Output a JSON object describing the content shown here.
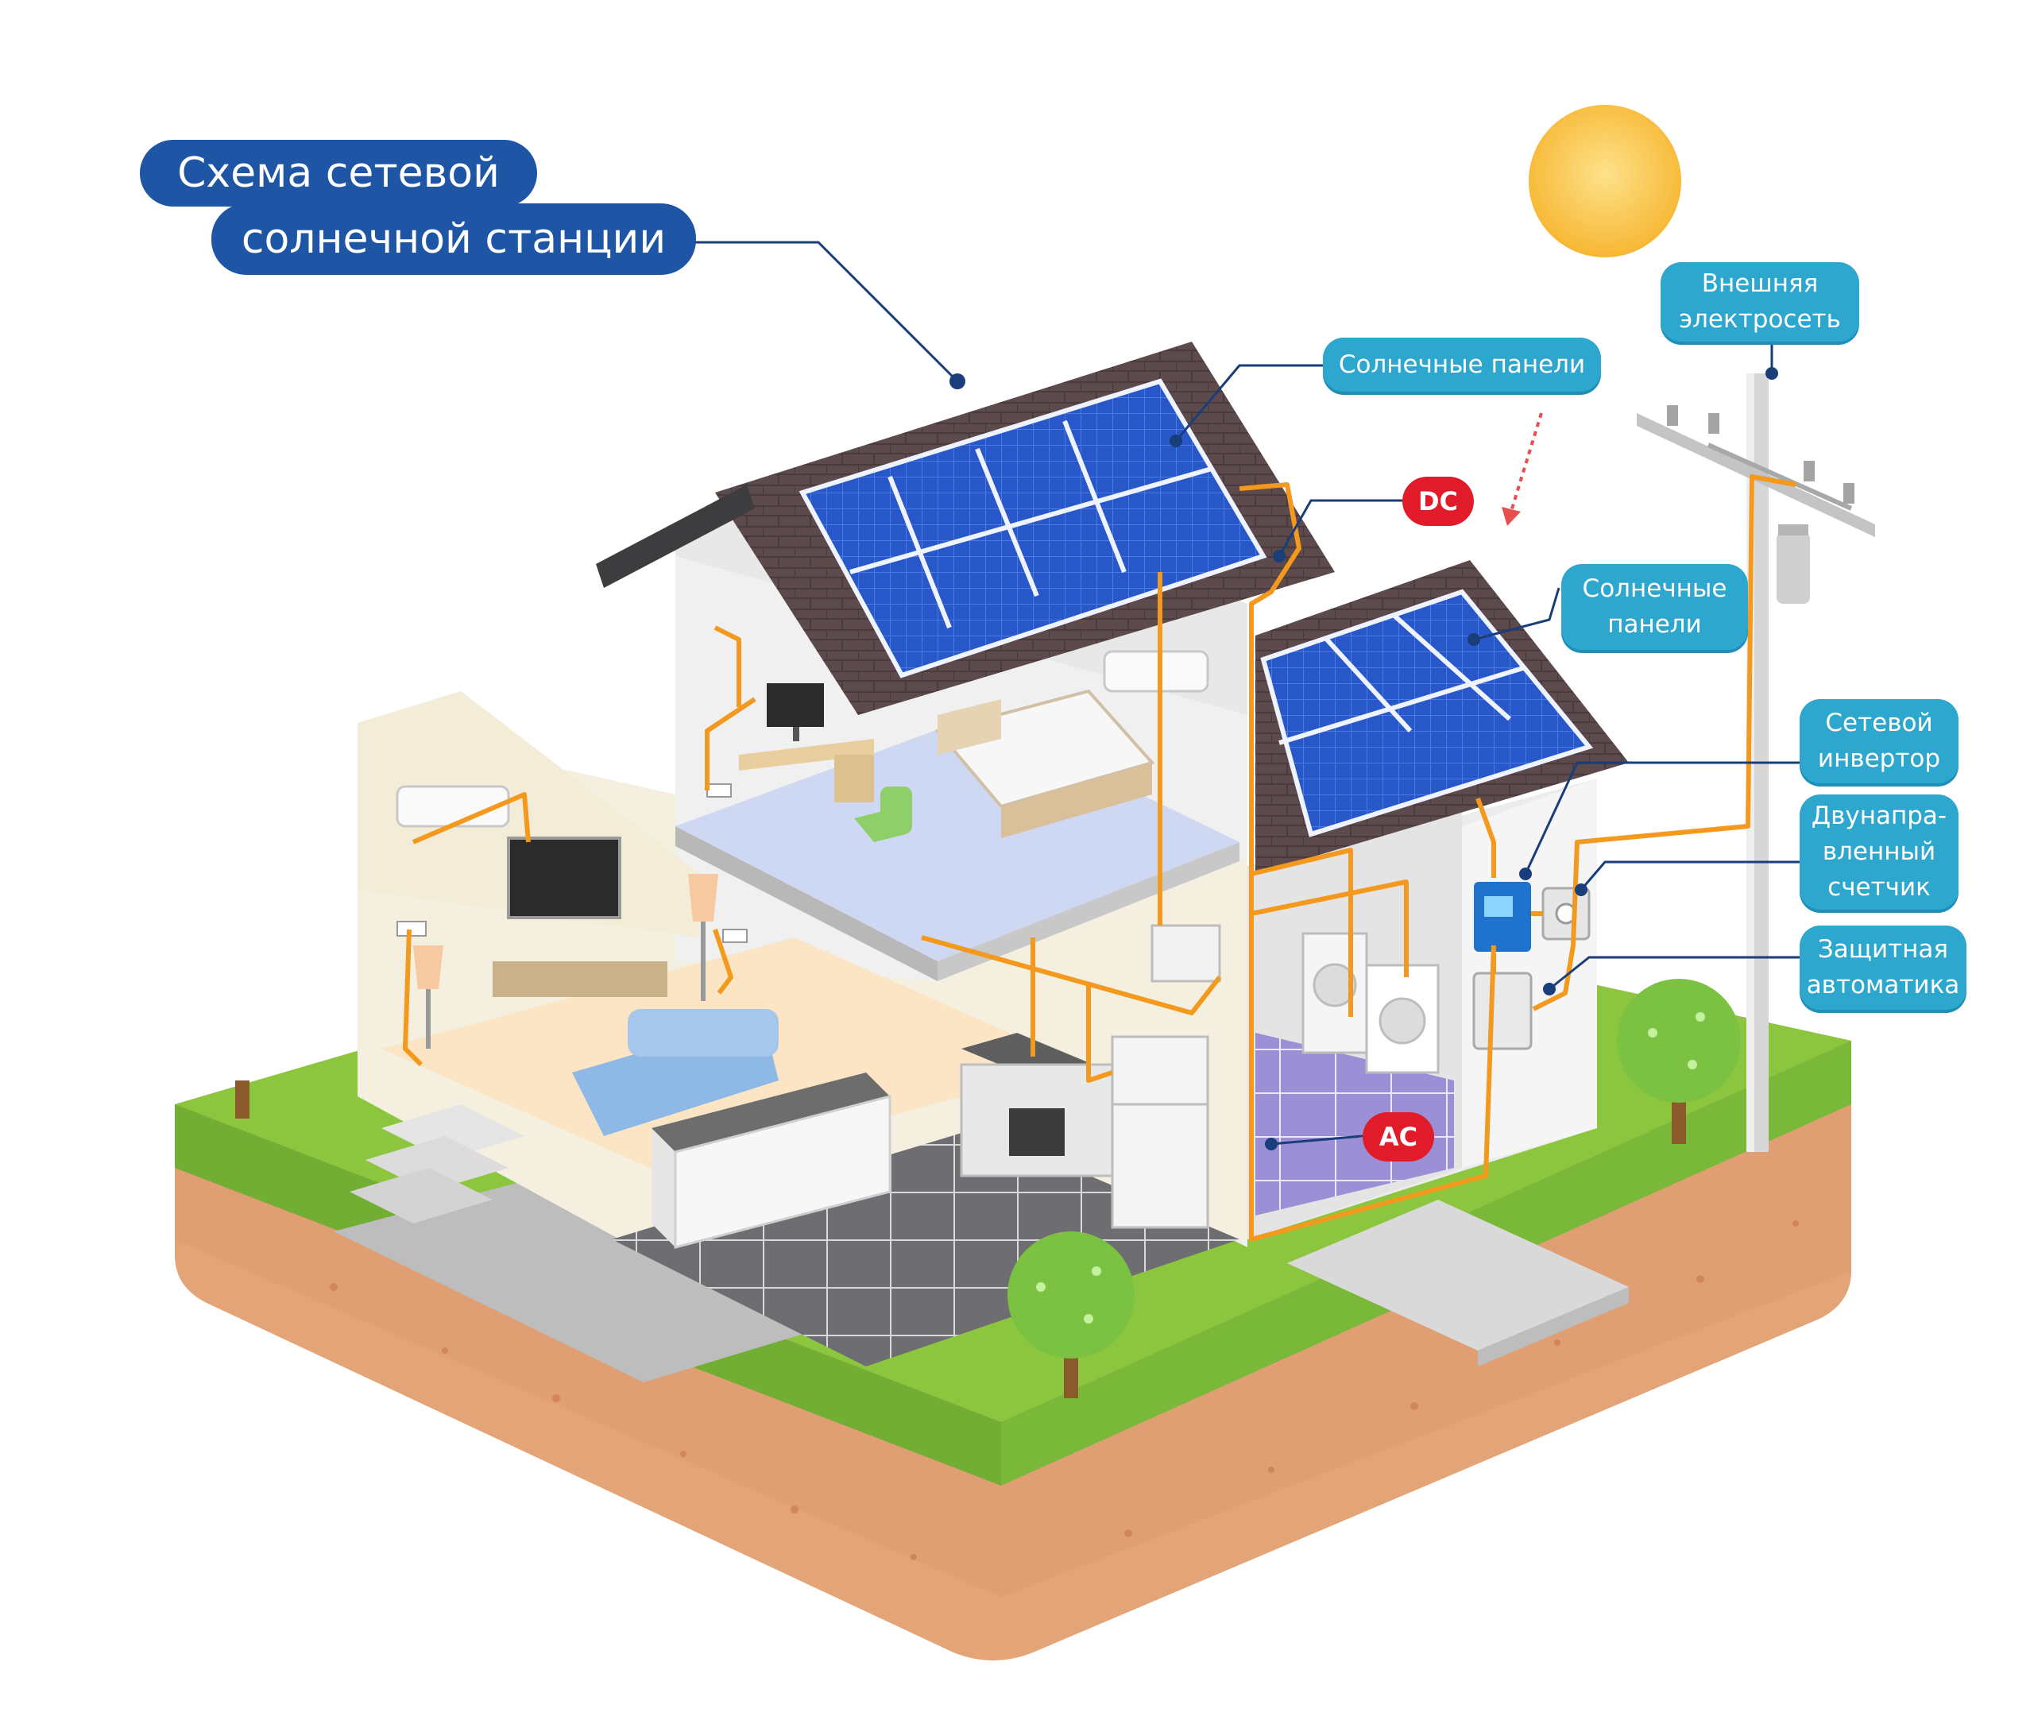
{
  "title": {
    "line1": "Схема сетевой",
    "line2": "солнечной станции"
  },
  "labels": {
    "solar_panels_top": "Солнечные панели",
    "solar_panels_side": [
      "Солнечные",
      "панели"
    ],
    "external_grid": [
      "Внешняя",
      "электросеть"
    ],
    "grid_inverter": [
      "Сетевой",
      "инвертор"
    ],
    "bidirectional_meter": [
      "Двунапра-",
      "вленный",
      "счетчик"
    ],
    "protection": [
      "Защитная",
      "автоматика"
    ],
    "dc": "DC",
    "ac": "AC"
  },
  "colors": {
    "title_pill": "#1f55a5",
    "callout": "#2ea7cf",
    "tag_red": "#e21b2a",
    "wire": "#f39a1e",
    "grass": "#8cc63f",
    "soil": "#e3a477",
    "panel": "#2454c4",
    "roof": "#5b4b4a",
    "sun": "#f9c74f"
  }
}
